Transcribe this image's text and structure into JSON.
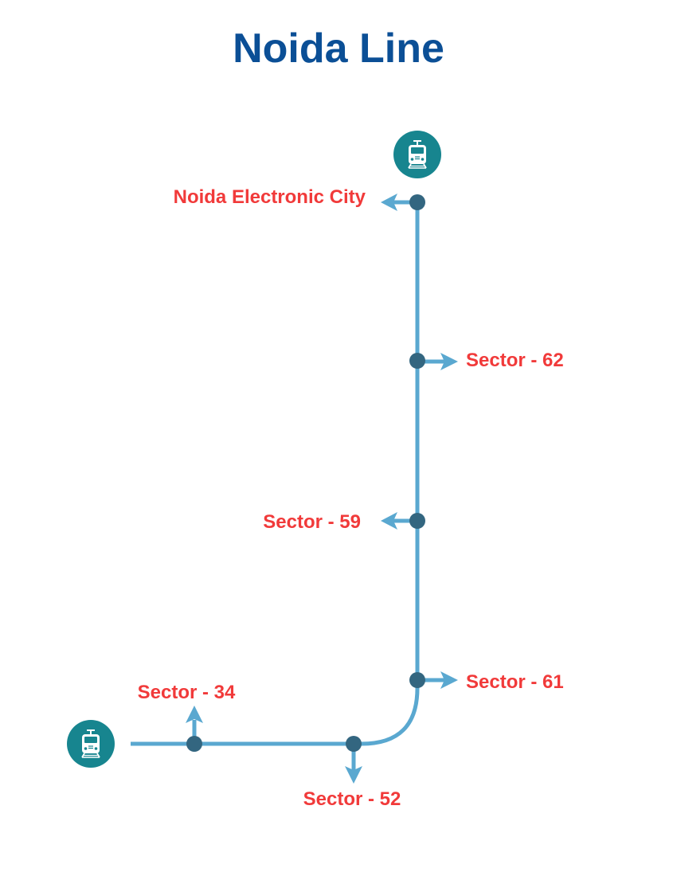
{
  "title": "Noida Line",
  "colors": {
    "title": "#0b4f96",
    "track": "#5aa8d0",
    "station_node": "#336680",
    "terminal_icon_bg": "#17858f",
    "label": "#f13a3a",
    "background": "#ffffff"
  },
  "terminals": [
    {
      "id": "north-terminal",
      "icon": "train-icon"
    },
    {
      "id": "west-terminal",
      "icon": "train-icon"
    }
  ],
  "stations": [
    {
      "id": "noida-electronic-city",
      "name": "Noida Electronic City"
    },
    {
      "id": "sector-62",
      "name": "Sector - 62"
    },
    {
      "id": "sector-59",
      "name": "Sector - 59"
    },
    {
      "id": "sector-61",
      "name": "Sector - 61"
    },
    {
      "id": "sector-52",
      "name": "Sector - 52"
    },
    {
      "id": "sector-34",
      "name": "Sector - 34"
    }
  ]
}
